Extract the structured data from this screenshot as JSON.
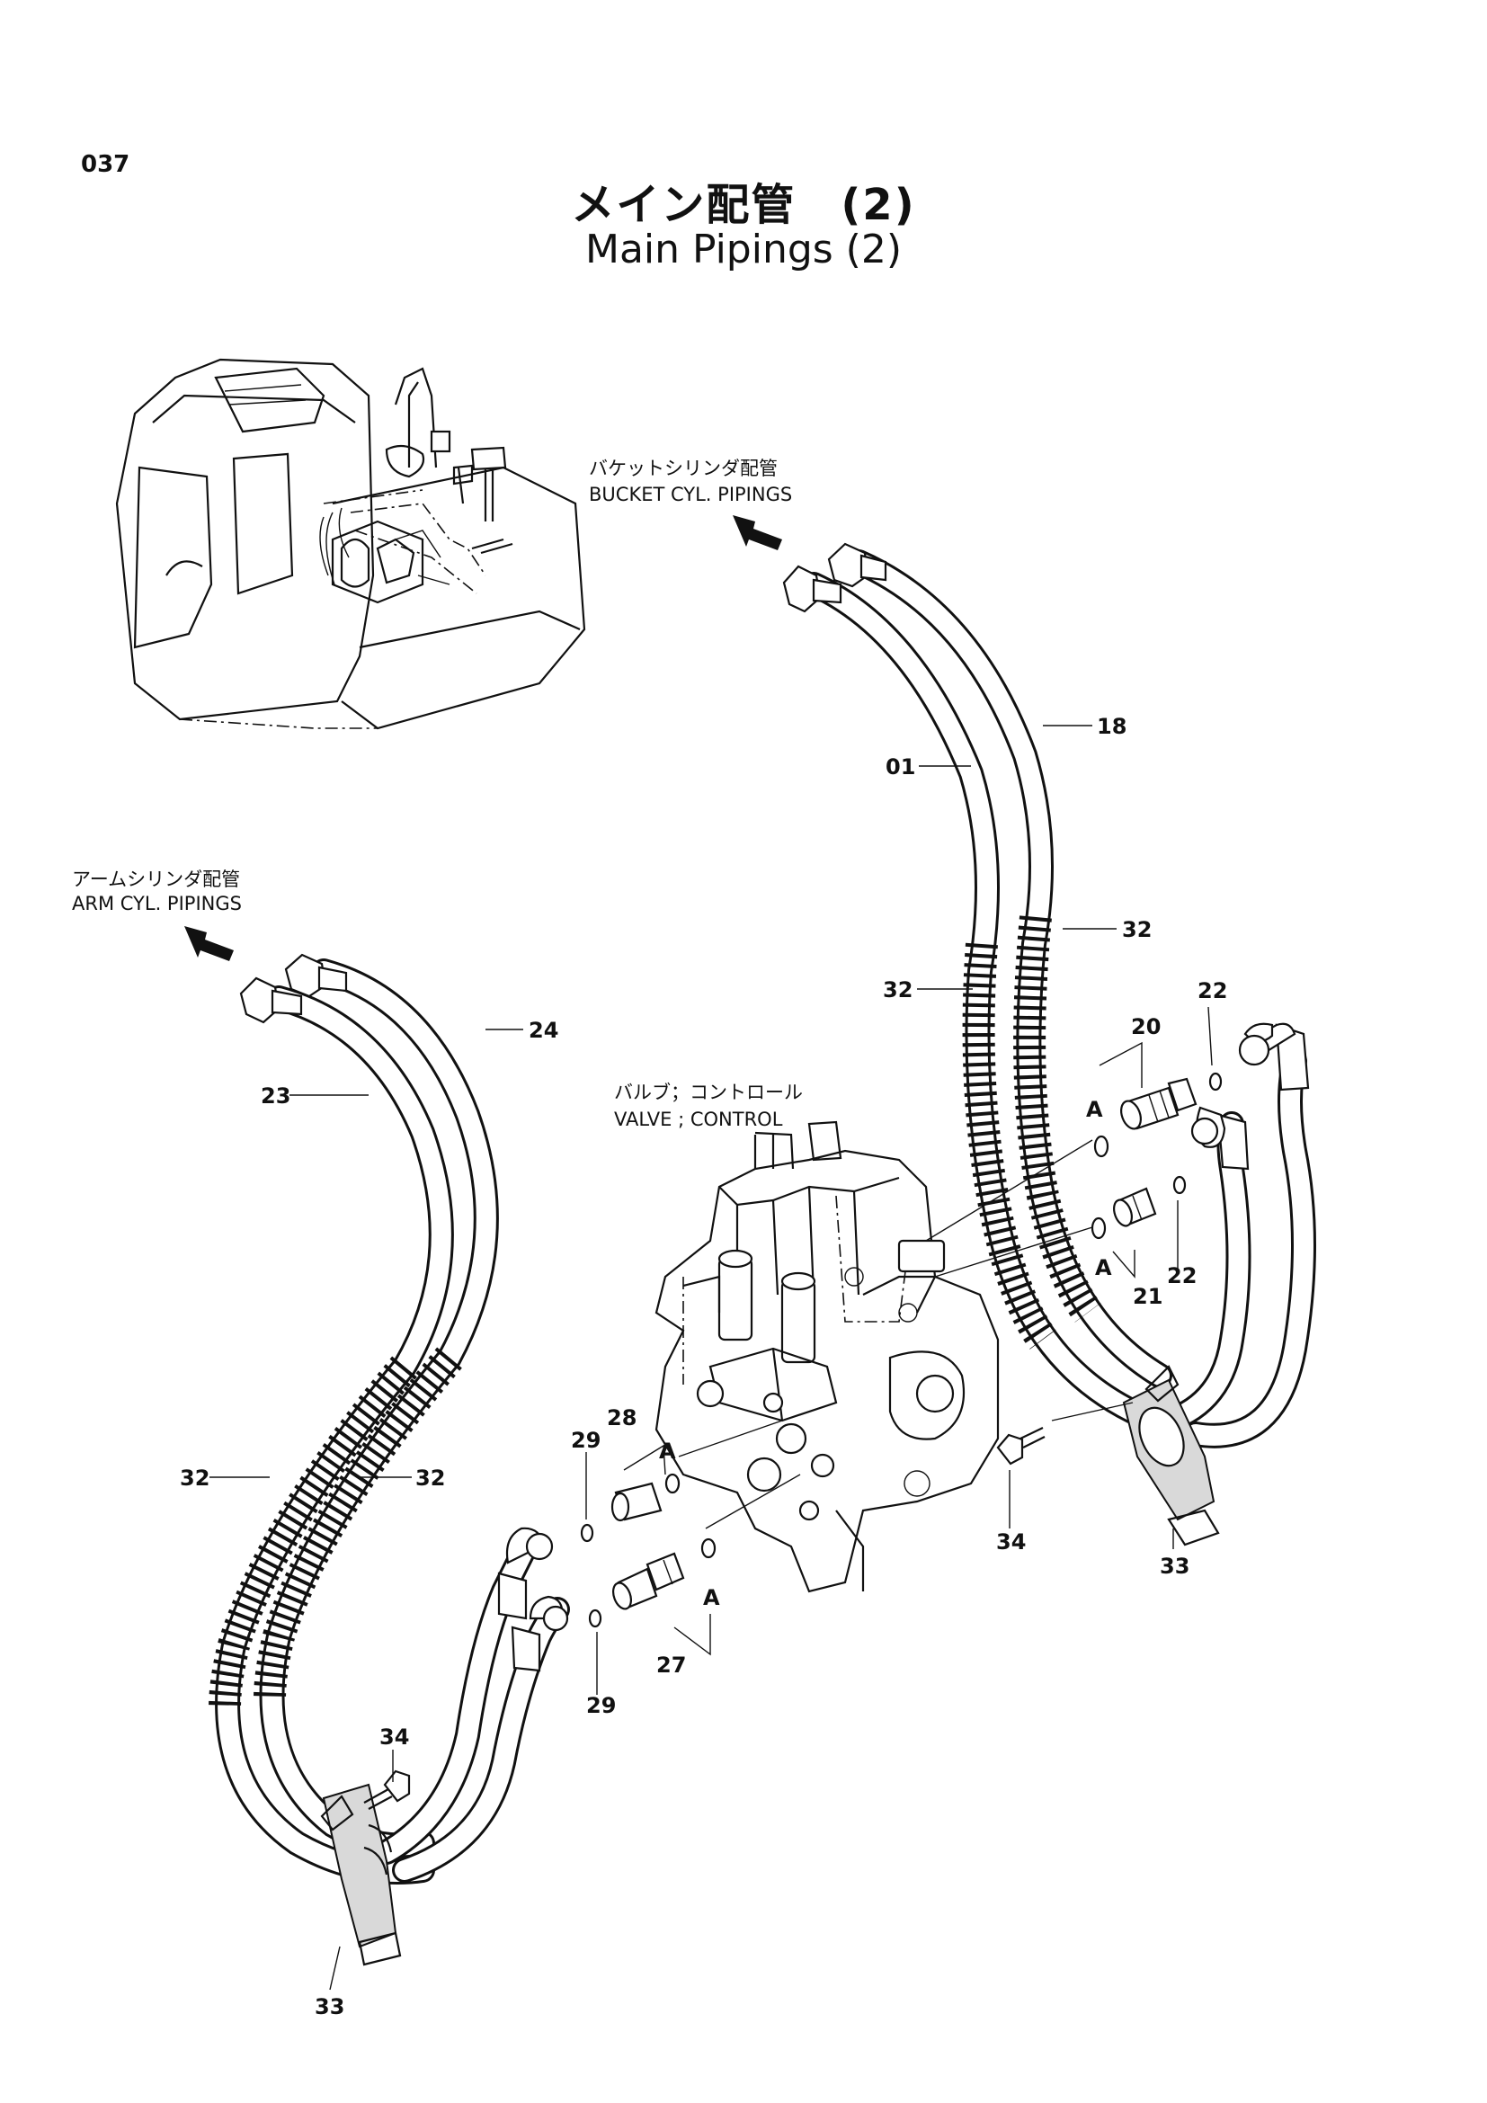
{
  "page_number": "037",
  "title_jp": "メイン配管　(2)",
  "title_en": "Main Pipings (2)",
  "callouts": {
    "bucket_jp": "バケットシリンダ配管",
    "bucket_en": "BUCKET CYL. PIPINGS",
    "arm_jp": "アームシリンダ配管",
    "arm_en": "ARM CYL. PIPINGS",
    "valve_jp": "バルブ；コントロール",
    "valve_en": "VALVE ; CONTROL"
  },
  "part_labels": {
    "p01": "01",
    "p18": "18",
    "p32a": "32",
    "p32b": "32",
    "p32c": "32",
    "p32d": "32",
    "p22a": "22",
    "p22b": "22",
    "p20": "20",
    "p21": "21",
    "pA1": "A",
    "pA2": "A",
    "p24": "24",
    "p23": "23",
    "p28": "28",
    "p29a": "29",
    "p29b": "29",
    "pA3": "A",
    "pA4": "A",
    "p27": "27",
    "p34a": "34",
    "p34b": "34",
    "p33a": "33",
    "p33b": "33"
  }
}
